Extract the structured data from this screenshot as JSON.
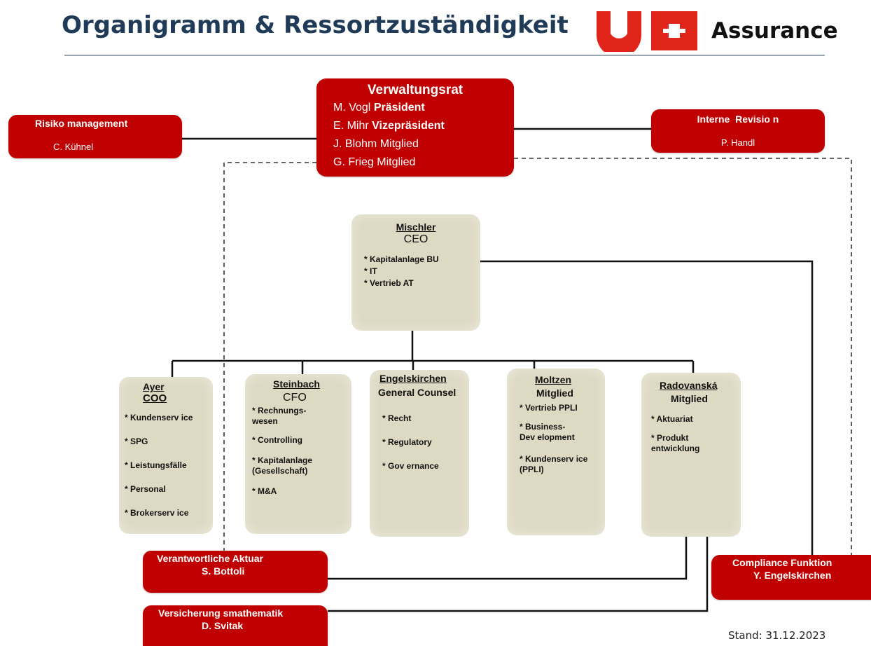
{
  "header": {
    "title": "Organigramm & Ressortzuständigkeit",
    "logo_text": "Assurance",
    "logo_colors": {
      "red": "#e1251b",
      "white": "#ffffff"
    }
  },
  "colors": {
    "red_box": "#c00000",
    "beige_box": "#ddd9c3",
    "title": "#1f3b57",
    "line": "#111111"
  },
  "board": {
    "title": "Verwaltungsrat",
    "members": [
      {
        "name": "M. Vogl",
        "role": "Präsident"
      },
      {
        "name": "E. Mihr",
        "role": "Vizepräsident"
      },
      {
        "name": "J. Blohm",
        "role": "Mitglied"
      },
      {
        "name": "G. Frieg",
        "role": "Mitglied"
      }
    ]
  },
  "risk": {
    "title": "Risiko management",
    "person": "C. Kühnel"
  },
  "audit": {
    "title": "Interne  Revisio n",
    "person": "P. Handl"
  },
  "ceo": {
    "name": "Mischler",
    "role": "CEO",
    "items": [
      "* Kapitalanlage BU",
      "* IT",
      "* Vertrieb AT"
    ]
  },
  "executives": [
    {
      "name": "Ayer",
      "role": "COO",
      "items": [
        "* Kundenserv ice",
        "* SPG",
        "* Leistungsfälle",
        "* Personal",
        "* Brokerserv ice"
      ]
    },
    {
      "name": "Steinbach",
      "role": "CFO",
      "items": [
        "* Rechnungs-\n  wesen",
        "* Controlling",
        "* Kapitalanlage\n  (Gesellschaft)",
        "* M&A"
      ]
    },
    {
      "name": "Engelskirchen",
      "role": "General Counsel",
      "items": [
        "* Recht",
        "* Regulatory",
        "* Gov ernance"
      ]
    },
    {
      "name": "Moltzen",
      "role": "Mitglied",
      "items": [
        "* Vertrieb PPLI",
        "* Business-\n  Dev elopment",
        "* Kundenserv ice\n  (PPLI)"
      ]
    },
    {
      "name": "Radovanská",
      "role": "Mitglied",
      "items": [
        "* Aktuariat",
        "* Produkt\n  entwicklung"
      ]
    }
  ],
  "actuary": {
    "title": "Verantwortliche Aktuar",
    "person": "S. Bottoli"
  },
  "math": {
    "title": "Versicherung smathematik",
    "person": "D. Svitak"
  },
  "compliance": {
    "title": "Compliance Funktion",
    "person": "Y. Engelskirchen"
  },
  "footer": {
    "stand": "Stand: 31.12.2023"
  }
}
